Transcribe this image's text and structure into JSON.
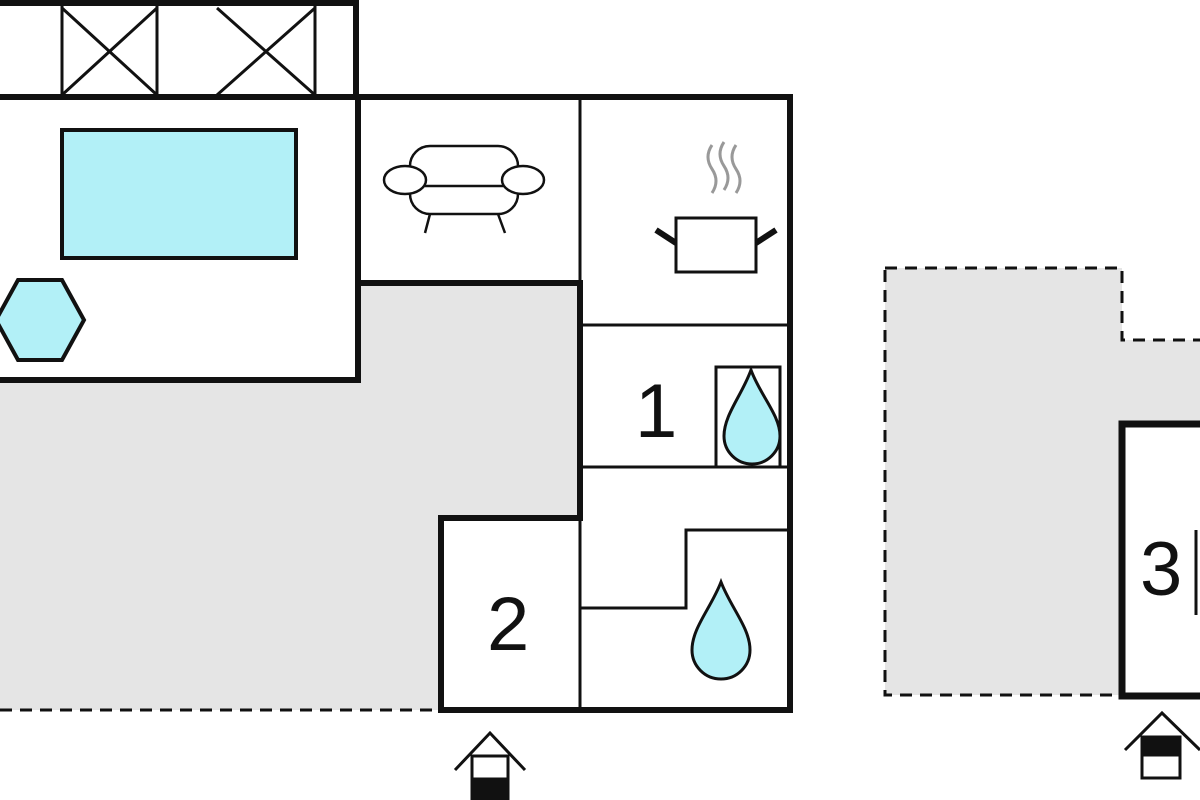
{
  "plan": {
    "rooms": [
      {
        "id": "bedroom-1",
        "label": "1"
      },
      {
        "id": "bedroom-2",
        "label": "2"
      },
      {
        "id": "bedroom-3",
        "label": "3"
      }
    ],
    "icons": [
      "window-icon",
      "pool-icon",
      "hexagon-icon",
      "sofa-icon",
      "cooking-pot-icon",
      "water-drop-icon",
      "entrance-icon"
    ]
  },
  "colors": {
    "wall": "#111111",
    "water": "#b2f0f7",
    "terrace": "#e5e5e5",
    "background": "#ffffff"
  }
}
